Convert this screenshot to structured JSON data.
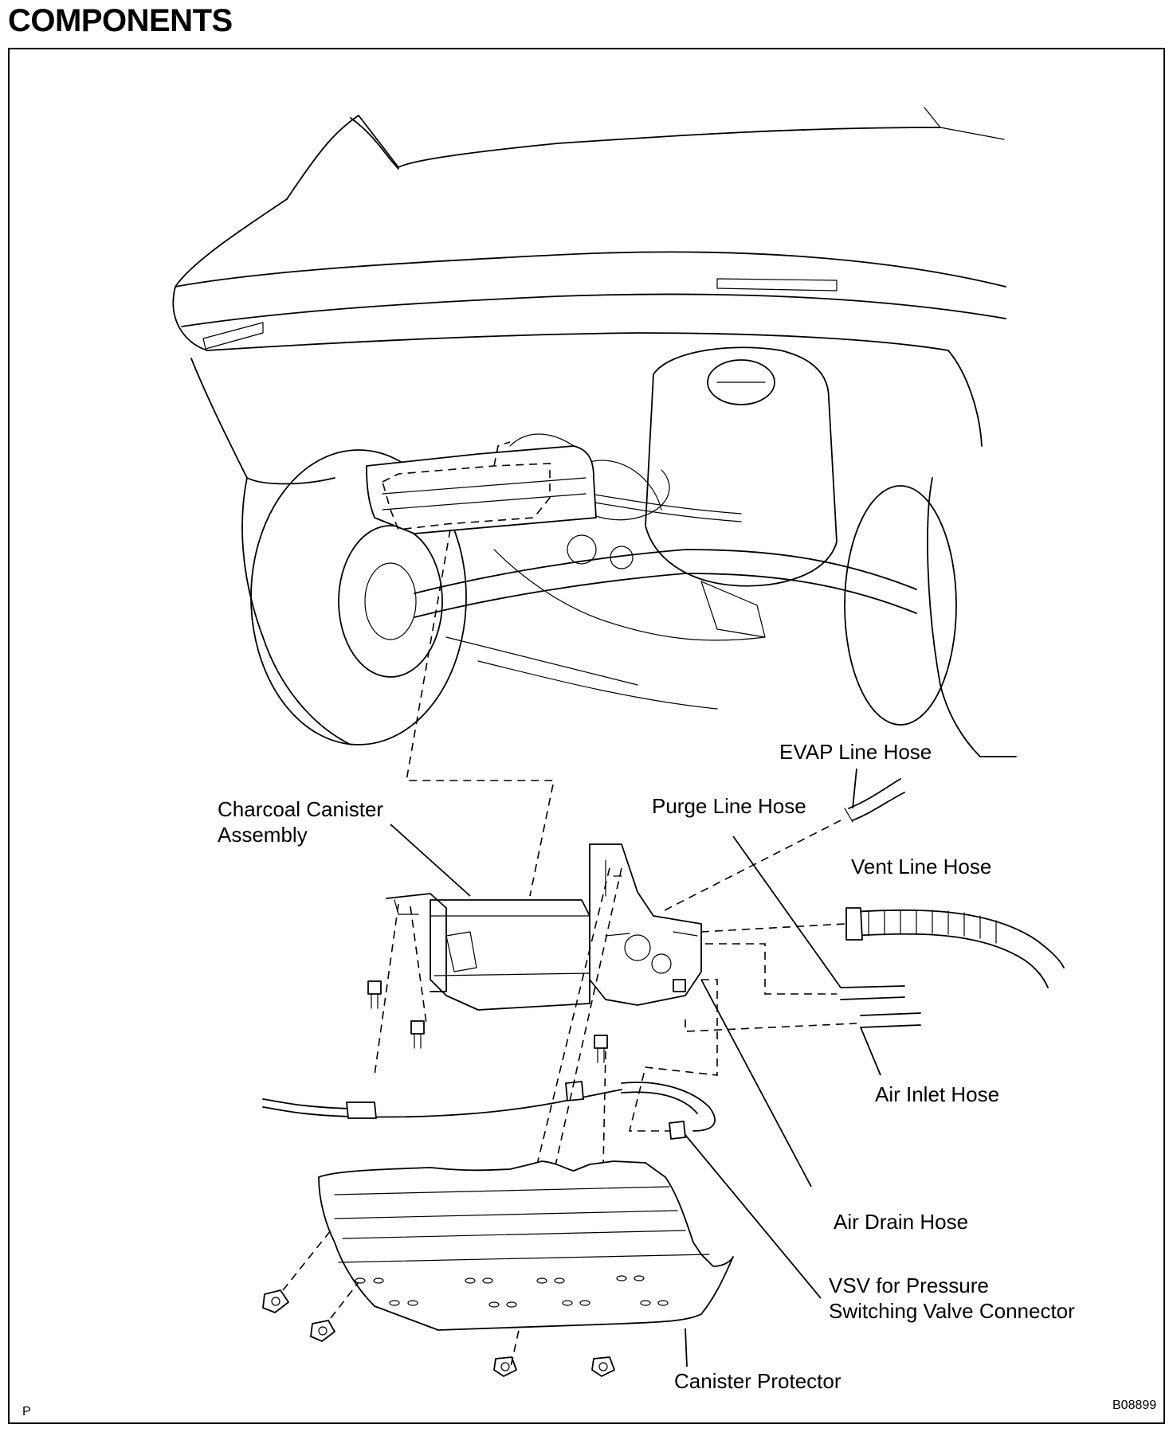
{
  "title": "COMPONENTS",
  "labels": {
    "evap_line_hose": "EVAP Line Hose",
    "purge_line_hose": "Purge Line Hose",
    "charcoal_canister_line1": "Charcoal Canister",
    "charcoal_canister_line2": "Assembly",
    "vent_line_hose": "Vent Line Hose",
    "air_inlet_hose": "Air Inlet Hose",
    "air_drain_hose": "Air Drain Hose",
    "vsv_line1": "VSV for Pressure",
    "vsv_line2": "Switching Valve Connector",
    "canister_protector": "Canister Protector"
  },
  "corner_left": "P",
  "figure_code": "B08899"
}
